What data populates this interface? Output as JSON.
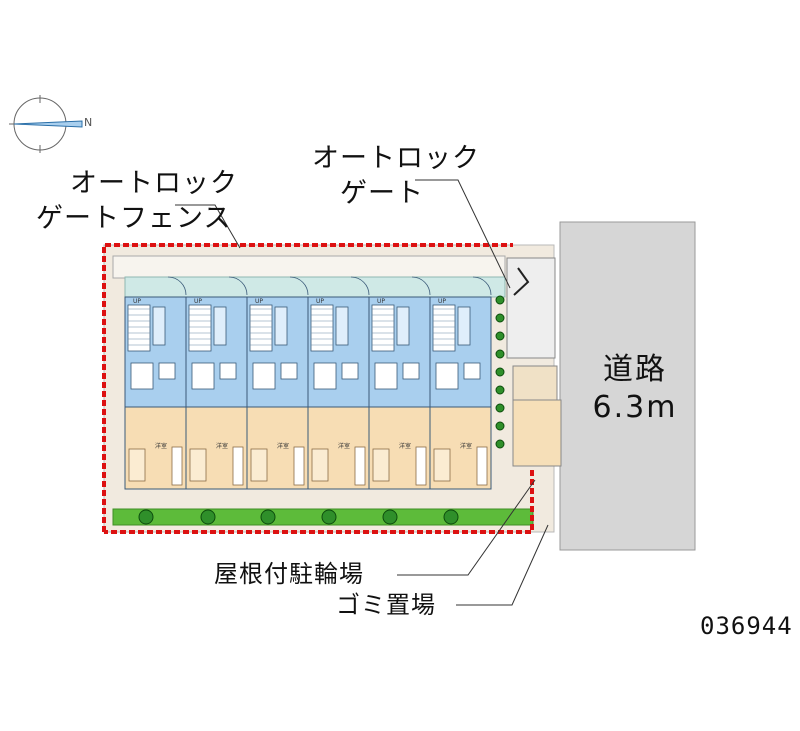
{
  "labels": {
    "autolock_gate_fence_line1": "オートロック",
    "autolock_gate_fence_line2": "ゲートフェンス",
    "autolock_gate_line1": "オートロック",
    "autolock_gate_line2": "ゲート",
    "road_line1": "道路",
    "road_line2": "6.3m",
    "covered_bicycle_parking": "屋根付駐輪場",
    "garbage_area": "ゴミ置場",
    "property_code": "036944"
  },
  "compass": {
    "north_letter": "N",
    "direction": "east"
  },
  "units": [
    {
      "room_label": "洋室"
    },
    {
      "room_label": "洋室"
    },
    {
      "room_label": "洋室"
    },
    {
      "room_label": "洋室"
    },
    {
      "room_label": "洋室"
    },
    {
      "room_label": "洋室"
    }
  ],
  "stair_label": "UP",
  "colors": {
    "fence": "#dd1111",
    "road": "#d6d6d6",
    "wet_area": "#a9cfee",
    "room": "#f7ddb4",
    "path": "#cfe9e6",
    "lawn": "#5dbb3a",
    "ground": "#f1eadf"
  }
}
